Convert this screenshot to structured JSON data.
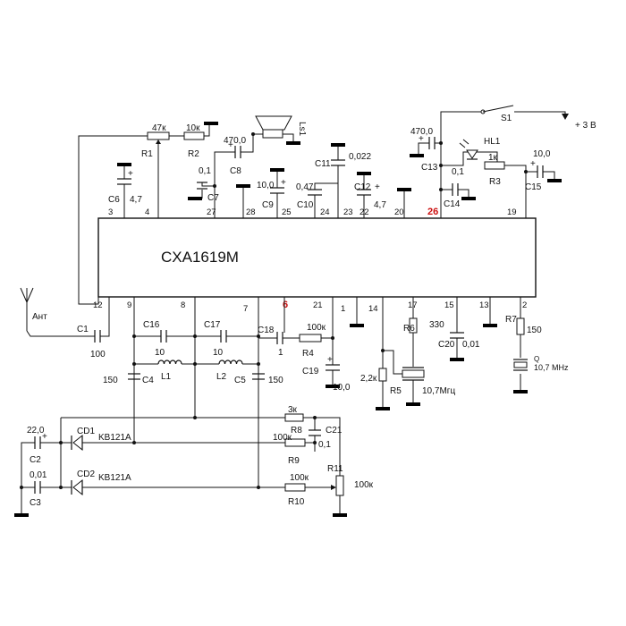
{
  "chip": {
    "name": "CXA1619M"
  },
  "pins_top": [
    "3",
    "4",
    "27",
    "28",
    "25",
    "24",
    "23",
    "22",
    "20",
    "26",
    "19"
  ],
  "pins_bottom": [
    "12",
    "9",
    "8",
    "7",
    "6",
    "21",
    "1",
    "14",
    "17",
    "15",
    "13",
    "2"
  ],
  "highlight_pins": [
    "26",
    "6"
  ],
  "supply": {
    "switch": "S1",
    "voltage": "+ 3 В"
  },
  "components": {
    "R1": "R1",
    "R1_val": "47к",
    "R2": "R2",
    "R2_val": "10к",
    "C6": "C6",
    "C6_val": "4,7",
    "C8": "C8",
    "C8_val": "470,0",
    "C7": "C7",
    "C7_val": "0,1",
    "speaker": "Ls1",
    "C9": "C9",
    "C9_val": "10,0",
    "C10": "C10",
    "C10_val": "0,47",
    "C11": "C11",
    "C11_val": "0,022",
    "C12": "C12",
    "C12_val": "4,7",
    "C13": "C13",
    "C13_val": "470,0",
    "HL1": "HL1",
    "C14": "C14",
    "C14_val": "0,1",
    "R3": "R3",
    "R3_val": "1к",
    "C15": "C15",
    "C15_val": "10,0",
    "antenna": "Ант",
    "C1": "C1",
    "C1_val": "100",
    "C16": "C16",
    "C16_val": "10",
    "C17": "C17",
    "C17_val": "10",
    "C18": "C18",
    "C18_val": "1",
    "R4": "R4",
    "R4_val": "100к",
    "C19": "C19",
    "C19_val": "10,0",
    "L1": "L1",
    "L2": "L2",
    "C4": "C4",
    "C4_val": "150",
    "C5": "C5",
    "C5_val": "150",
    "R5": "R5",
    "R5_val": "2,2к",
    "R6": "R6",
    "R6_val": "330",
    "filter": "10,7Мгц",
    "C20": "C20",
    "C20_val": "0,01",
    "R7": "R7",
    "R7_val": "150",
    "Q": "Q",
    "Q_val": "10,7 MHz",
    "C2": "C2",
    "C2_val": "22,0",
    "C3": "C3",
    "C3_val": "0,01",
    "CD1": "CD1",
    "CD1_type": "KB121A",
    "CD2": "CD2",
    "CD2_type": "KB121A",
    "R8": "R8",
    "R8_val": "3к",
    "C21": "C21",
    "C21_val": "0,1",
    "R9": "R9",
    "R9_val": "100к",
    "R10": "R10",
    "R10_val": "100к",
    "R11": "R11",
    "R11_val": "100к"
  }
}
